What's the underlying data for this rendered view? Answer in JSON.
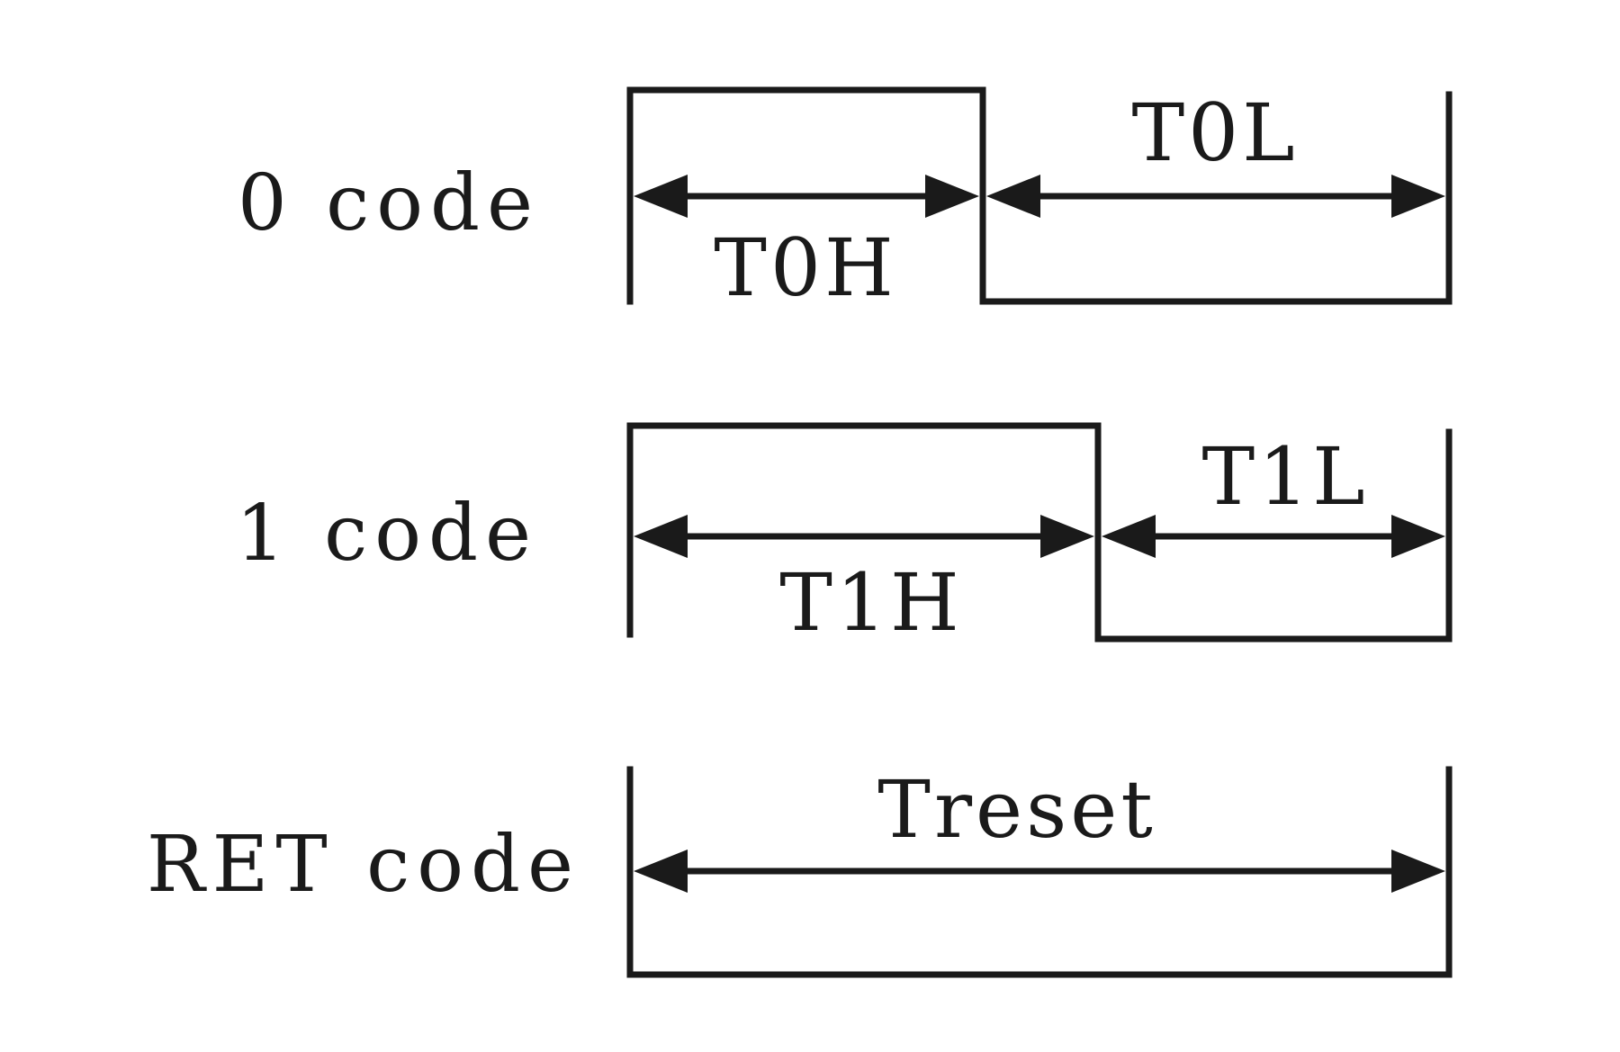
{
  "rows": [
    {
      "label": "0 code",
      "high_label": "T0H",
      "low_label": "T0L"
    },
    {
      "label": "1 code",
      "high_label": "T1H",
      "low_label": "T1L"
    },
    {
      "label": "RET code",
      "span_label": "Treset"
    }
  ]
}
